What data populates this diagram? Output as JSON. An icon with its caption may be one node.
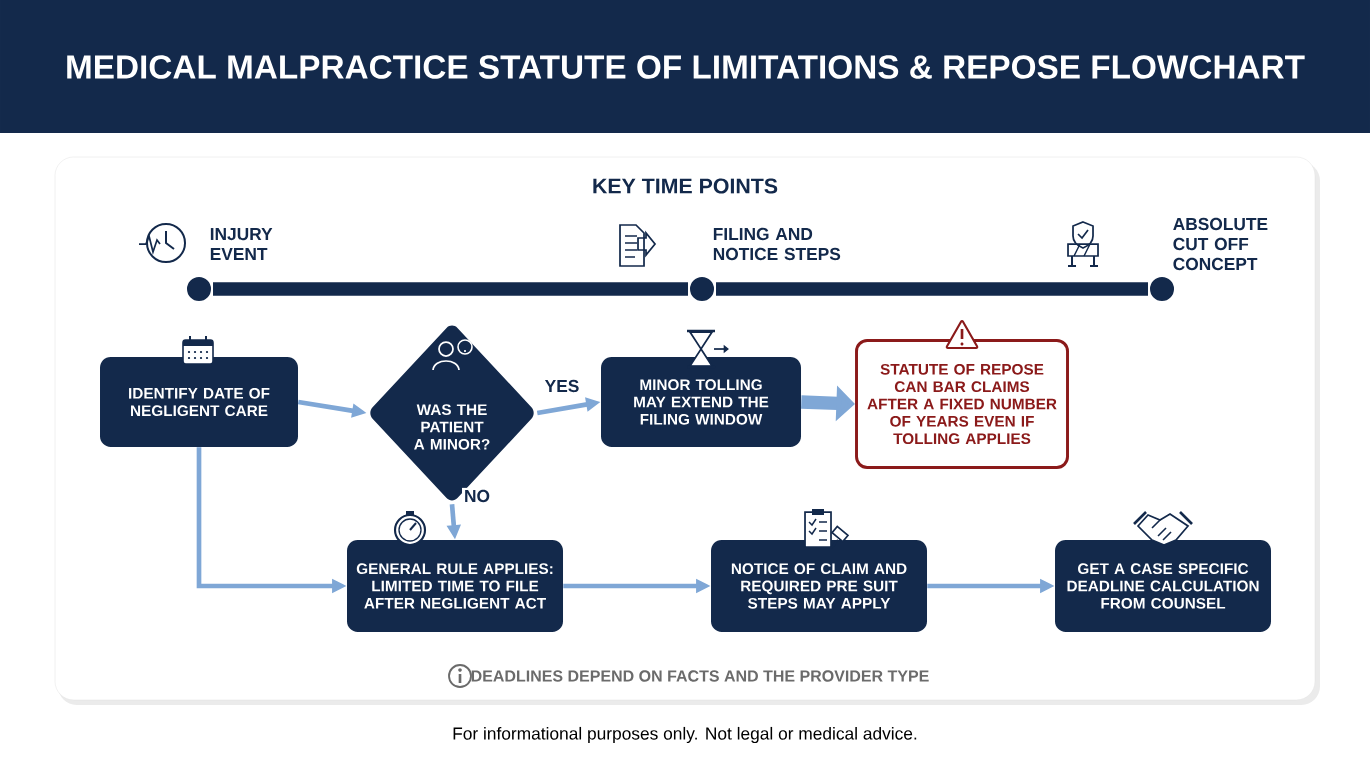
{
  "diagram": {
    "title": "MEDICAL MALPRACTICE STATUTE OF LIMITATIONS & REPOSE FLOWCHART",
    "nodes": [
      {
        "text": [
          "IDENTIFY DATE OF NEGLIGENT CARE"
        ]
      },
      {
        "text": [
          "WAS THE PATIENT A MINOR?"
        ]
      },
      {
        "text": [
          "MINOR TOLLING MAY EXTEND THE FILING WINDOW"
        ]
      },
      {
        "text": [
          "STATUTE OF REPOSE CAN BAR CLAIMS AFTER A FIXED NUMBER OF YEARS EVEN IF TOLLING APPLIES"
        ]
      },
      {
        "text": [
          "GENERAL RULE APPLIES: LIMITED TIME TO FILE AFTER NEGLIGENT ACT"
        ]
      },
      {
        "text": [
          "NOTICE OF CLAIM AND REQUIRED PRE SUIT STEPS MAY APPLY"
        ]
      },
      {
        "text": [
          "GET A CASE SPECIFIC DEADLINE CALCULATION FROM COUNSEL"
        ]
      },
      {
        "text": [],
        "shape": "circle",
        "beside": [
          "INJURY EVENT"
        ]
      },
      {
        "text": [],
        "shape": "circle",
        "beside": [
          "FILING AND NOTICE STEPS"
        ]
      },
      {
        "text": [],
        "shape": "circle",
        "beside": [
          "ABSOLUTE CUT OFF CONCEPT"
        ]
      }
    ],
    "edges": [
      {
        "from": 0,
        "to": 1,
        "arrow": "to"
      },
      {
        "from": 1,
        "to": 2,
        "arrow": "to",
        "label": "YES"
      },
      {
        "from": 2,
        "to": 3,
        "arrow": "to",
        "style": "thick"
      },
      {
        "from": 1,
        "to": 4,
        "arrow": "to",
        "label": "NO"
      },
      {
        "from": 0,
        "to": 4,
        "arrow": "to"
      },
      {
        "from": 4,
        "to": 5,
        "arrow": "to"
      },
      {
        "from": 5,
        "to": 6,
        "arrow": "to"
      },
      {
        "from": 7,
        "to": 8,
        "arrow": "none",
        "style": "thick",
        "color": "#13294b"
      },
      {
        "from": 8,
        "to": 9,
        "arrow": "none",
        "style": "thick",
        "color": "#13294b"
      }
    ],
    "labels": [
      "KEY TIME POINTS",
      "DEADLINES DEPEND ON FACTS AND THE PROVIDER TYPE",
      "For informational purposes only. Not legal or medical advice."
    ]
  }
}
